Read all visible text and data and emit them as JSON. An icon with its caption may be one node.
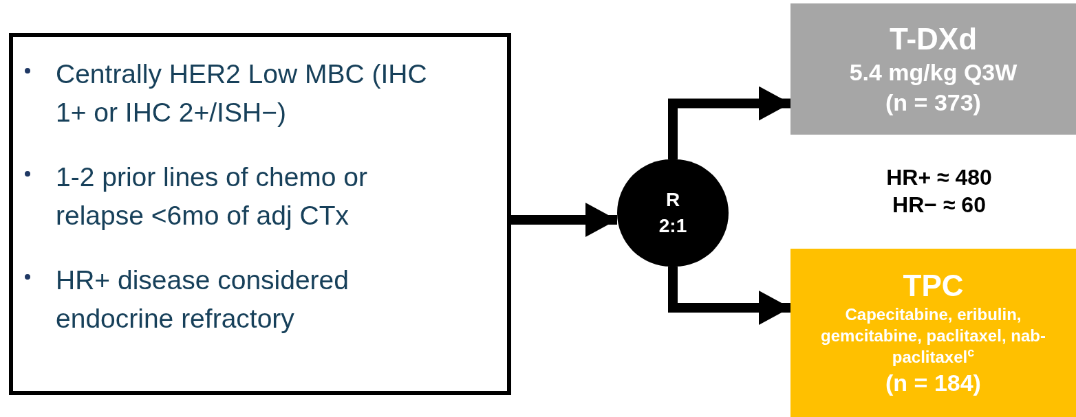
{
  "diagram": {
    "nodes": [
      {
        "text": [
          "Centrally HER2 Low MBC (IHC 1+ or IHC 2+/ISH−)",
          "1-2 prior lines of chemo or relapse <6mo of adj CTx",
          "HR+ disease considered endocrine refractory"
        ]
      },
      {
        "text": [
          "R",
          "2:1"
        ]
      },
      {
        "text": [
          "T-DXd",
          "5.4 mg/kg Q3W",
          "(n = 373)"
        ]
      },
      {
        "text": [
          "TPC",
          "Capecitabine, eribulin, gemcitabine, paclitaxel, nab-paclitaxel$^{c}$",
          "(n = 184)"
        ]
      }
    ],
    "edges": [
      {
        "from": 0,
        "to": 1,
        "arrow": "to"
      },
      {
        "from": 1,
        "to": 2,
        "arrow": "to"
      },
      {
        "from": 1,
        "to": 3,
        "arrow": "to"
      }
    ],
    "labels": [
      "HR+ ≈ 480",
      "HR− ≈ 60"
    ]
  }
}
